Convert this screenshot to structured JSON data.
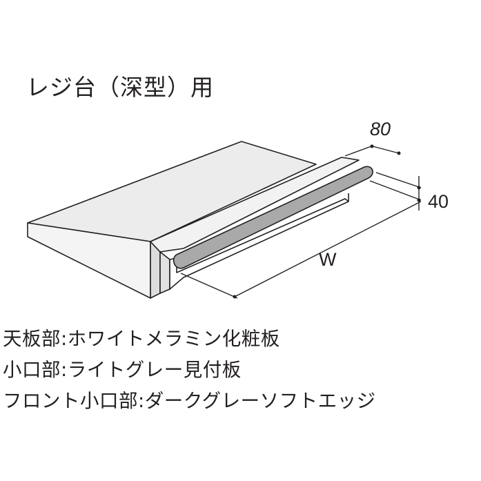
{
  "title": "レジ台（深型）用",
  "dimensions": {
    "depth": "80",
    "height": "40",
    "width": "W"
  },
  "specs": [
    {
      "part": "天板部",
      "sep": ":",
      "value": "ホワイトメラミン化粧板"
    },
    {
      "part": "小口部",
      "sep": ":",
      "value": "ライトグレー見付板"
    },
    {
      "part": "フロント小口部",
      "sep": ":",
      "value": "ダークグレーソフトエッジ"
    }
  ],
  "colors": {
    "top_surface": "#ececec",
    "front_edge": "#c8c8c8",
    "soft_edge": "#a9a9a9",
    "line": "#231f20"
  }
}
